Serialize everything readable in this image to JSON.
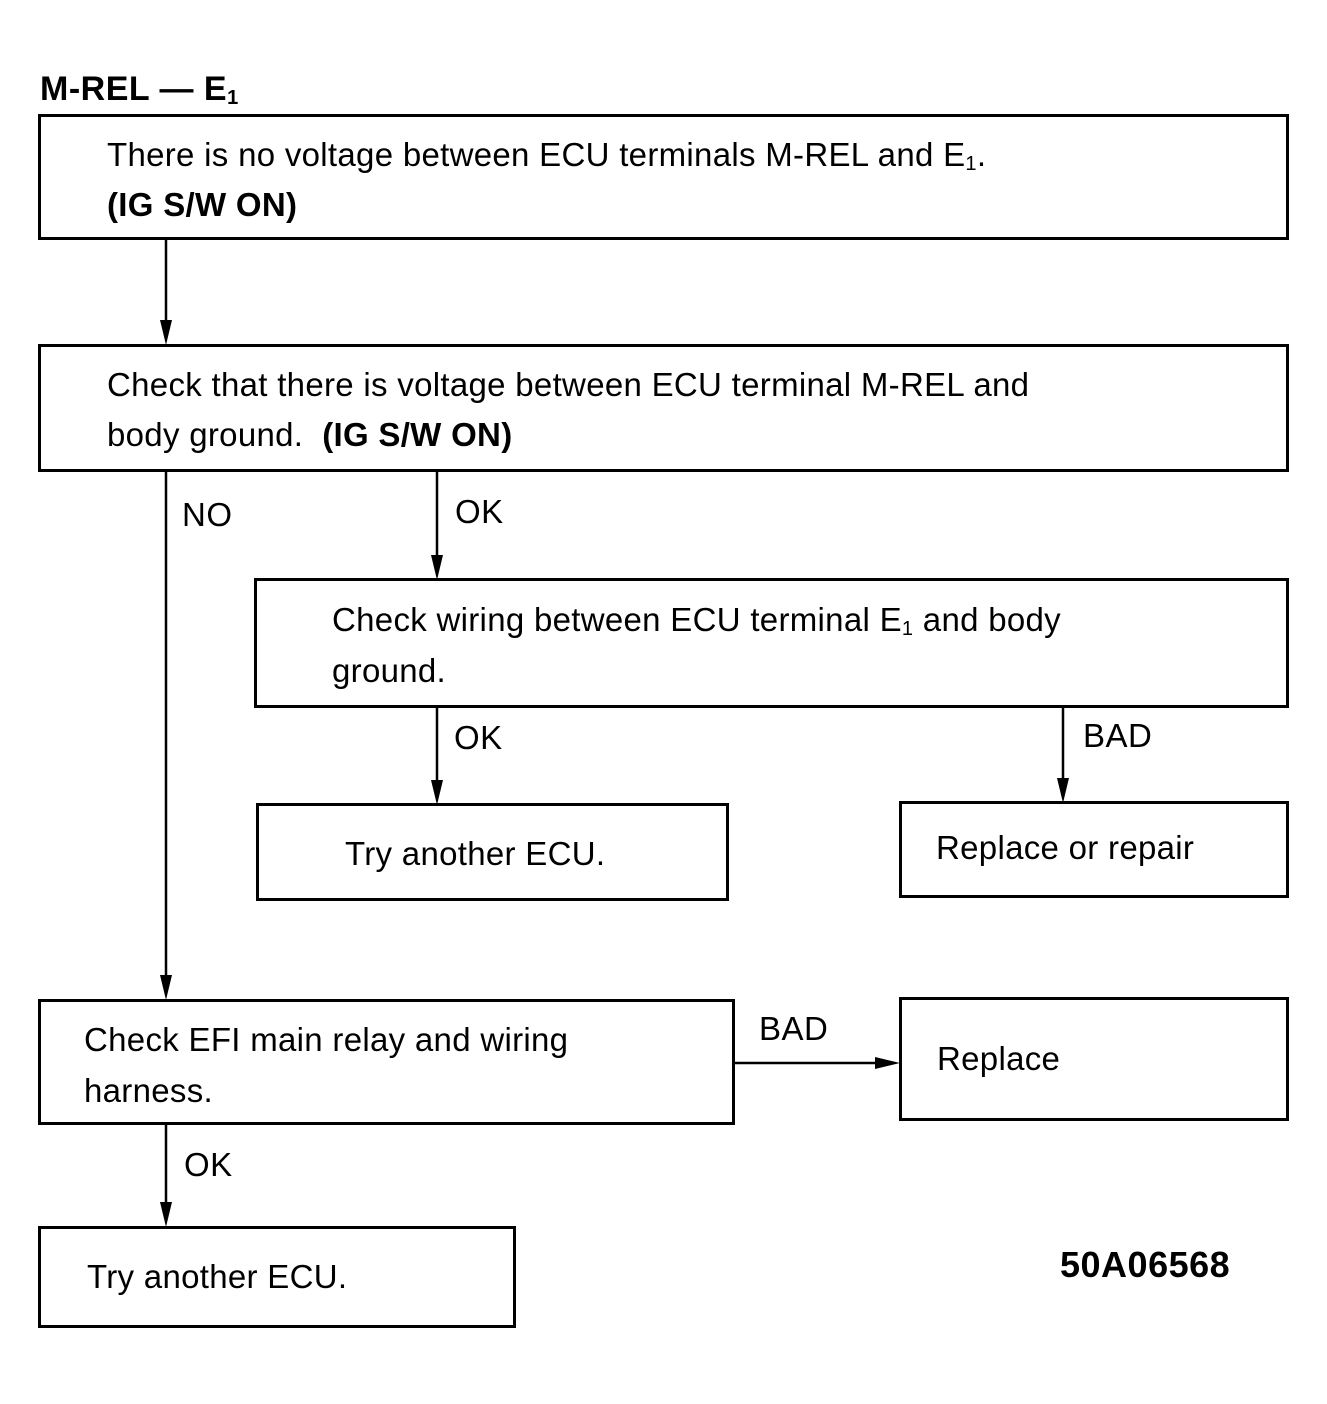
{
  "title": {
    "main": "M-REL — E",
    "sub": "1"
  },
  "box1": {
    "line1_pre": "There is no voltage between ECU terminals M-REL and E",
    "line1_sub": "1",
    "line1_post": ".",
    "line2": "(IG S/W ON)"
  },
  "box2": {
    "line1": "Check that there is voltage between ECU terminal M-REL and",
    "line2_pre": "body ground.",
    "line2_bold": "(IG S/W ON)"
  },
  "box3": {
    "line1_pre": "Check wiring between ECU terminal E",
    "line1_sub": "1",
    "line1_post": " and body",
    "line2": "ground."
  },
  "box4": {
    "text": "Try another ECU."
  },
  "box5": {
    "text": "Replace or repair"
  },
  "box6": {
    "line1": "Check EFI main relay and wiring",
    "line2": "harness."
  },
  "box7": {
    "text": "Replace"
  },
  "box8": {
    "text": "Try another ECU."
  },
  "labels": {
    "no": "NO",
    "ok_box2": "OK",
    "ok_box3": "OK",
    "bad_box3": "BAD",
    "bad_box6": "BAD",
    "ok_box6": "OK"
  },
  "figure_code": "50A06568"
}
